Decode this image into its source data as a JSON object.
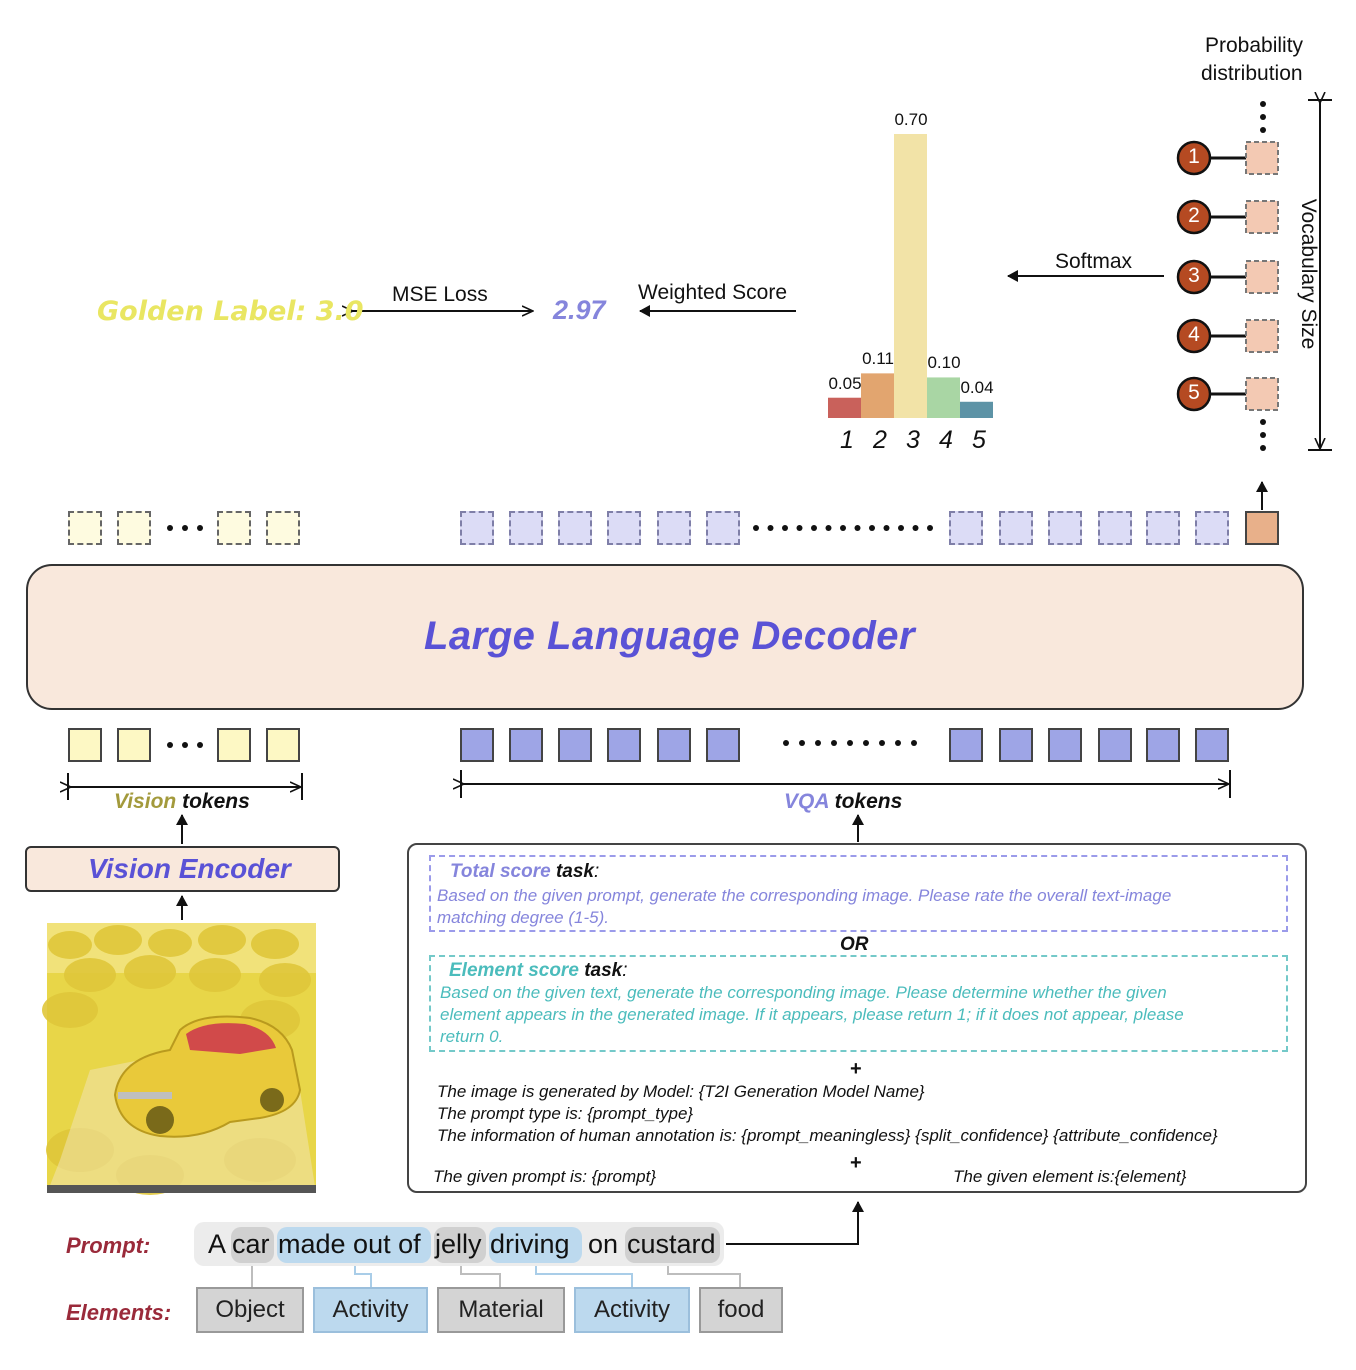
{
  "top": {
    "golden_label": "Golden Label: 3.0",
    "mse_loss": "MSE Loss",
    "predicted_score": "2.97",
    "weighted_score": "Weighted Score",
    "softmax": "Softmax",
    "probability_distribution_line1": "Probability",
    "probability_distribution_line2": "distribution",
    "vocabulary_size": "Vocabulary Size",
    "vocab_indices": [
      "1",
      "2",
      "3",
      "4",
      "5"
    ]
  },
  "chart_data": {
    "type": "bar",
    "categories": [
      "1",
      "2",
      "3",
      "4",
      "5"
    ],
    "values": [
      0.05,
      0.11,
      0.7,
      0.1,
      0.04
    ],
    "value_labels": [
      "0.05",
      "0.11",
      "0.70",
      "0.10",
      "0.04"
    ],
    "colors": [
      "#c9615b",
      "#e2a56f",
      "#f2e3a7",
      "#a9d6a4",
      "#5d93a6"
    ],
    "ylim": [
      0,
      0.7
    ]
  },
  "decoder": {
    "title": "Large Language Decoder"
  },
  "vision": {
    "tokens_label_a": "Vision",
    "tokens_label_b": "tokens",
    "encoder_label": "Vision Encoder"
  },
  "vqa": {
    "tokens_label_a": "VQA",
    "tokens_label_b": "tokens"
  },
  "tasks": {
    "total_title_a": "Total score",
    "total_title_b": "task",
    "total_colon": ":",
    "total_text_line1": "Based on the given prompt, generate the corresponding image. Please rate the overall text-image",
    "total_text_line2": "matching degree (1-5).",
    "or": "OR",
    "element_title_a": "Element score",
    "element_title_b": "task",
    "element_colon": ":",
    "element_text_line1": "Based on the given text, generate the corresponding image. Please determine whether the given",
    "element_text_line2": "element appears in the generated image. If it appears, please return 1; if it does not appear, please",
    "element_text_line3": "return 0.",
    "plus": "+",
    "meta_line1": "The image is generated by Model:  {T2I Generation Model Name}",
    "meta_line2": "The prompt type is: {prompt_type}",
    "meta_line3": "The information of human annotation is:  {prompt_meaningless}  {split_confidence}  {attribute_confidence}",
    "given_prompt": "The given prompt is: {prompt}",
    "given_element": "The given element is:{element}"
  },
  "prompt": {
    "label": "Prompt:",
    "words": [
      "A",
      "car",
      "made out of",
      "jelly",
      "driving",
      "on",
      "custard"
    ]
  },
  "elements": {
    "label": "Elements:",
    "items": [
      "Object",
      "Activity",
      "Material",
      "Activity",
      "food"
    ],
    "colors": {
      "grey": "#d4d4d4",
      "blue": "#bcd9ee"
    }
  },
  "colors": {
    "accent_purple": "#5a52d6",
    "golden_yellow": "#e9e662",
    "teal": "#4bbcbc",
    "vocab_circle": "#b54a22",
    "vocab_box": "#f3c9b3",
    "olive": "#a39a3c"
  }
}
